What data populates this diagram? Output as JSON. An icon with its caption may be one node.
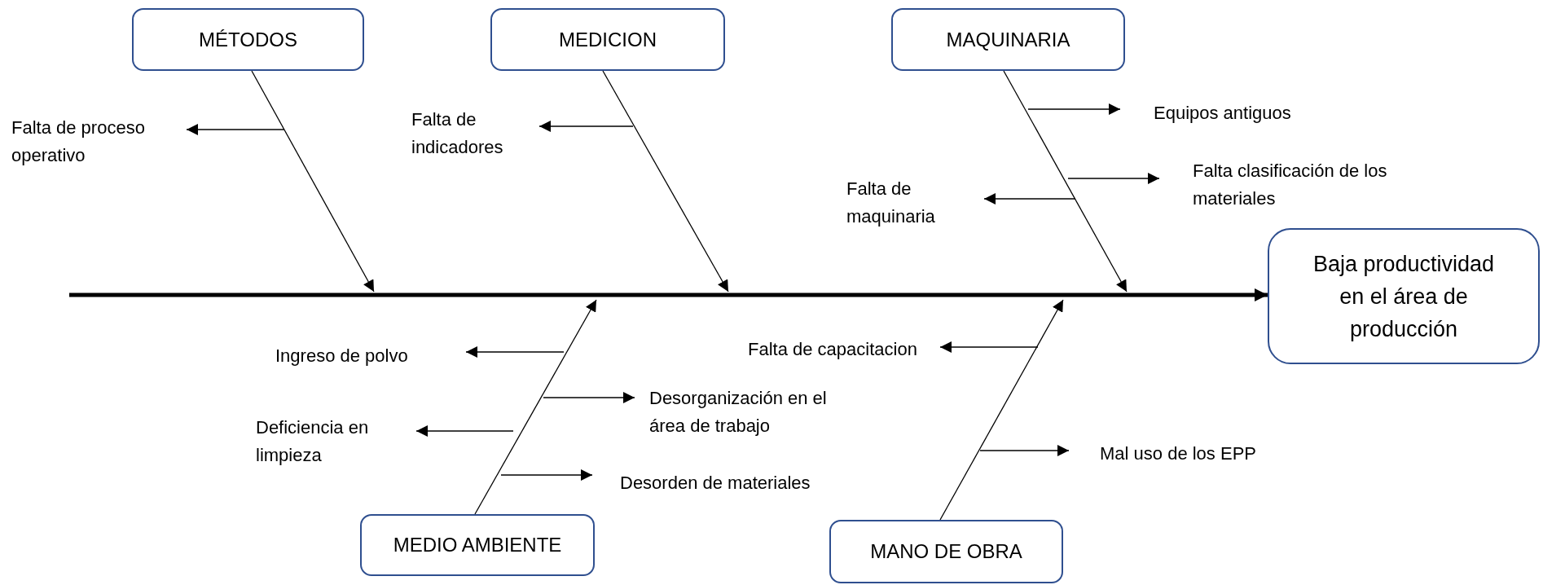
{
  "diagram": {
    "nodes": [
      {
        "text": [
          "MÉTODOS"
        ]
      },
      {
        "text": [
          "MEDICION"
        ]
      },
      {
        "text": [
          "MAQUINARIA"
        ]
      },
      {
        "text": [
          "Falta de proceso operativo"
        ]
      },
      {
        "text": [
          "Falta de indicadores"
        ]
      },
      {
        "text": [
          "Equipos antiguos"
        ]
      },
      {
        "text": [
          "Falta clasificación de los materiales"
        ]
      },
      {
        "text": [
          "Falta de maquinaria"
        ]
      },
      {
        "text": [
          "Baja productividad en el área de producción"
        ]
      },
      {
        "text": [
          "Ingreso de polvo"
        ]
      },
      {
        "text": [
          "Falta de capacitacion"
        ]
      },
      {
        "text": [
          "Desorganización en el área de trabajo"
        ]
      },
      {
        "text": [
          "Deficiencia en limpieza"
        ]
      },
      {
        "text": [
          "Mal uso de los EPP"
        ]
      },
      {
        "text": [
          "Desorden de materiales"
        ]
      },
      {
        "text": [
          "MEDIO AMBIENTE"
        ]
      },
      {
        "text": [
          "MANO DE OBRA"
        ]
      }
    ],
    "edges": [
      {
        "from": 0,
        "to": null,
        "arrow": "to"
      },
      {
        "from": 1,
        "to": null,
        "arrow": "to"
      },
      {
        "from": 2,
        "to": null,
        "arrow": "to"
      },
      {
        "from": 15,
        "to": null,
        "arrow": "to"
      },
      {
        "from": 16,
        "to": null,
        "arrow": "to"
      },
      {
        "from": null,
        "to": 8,
        "arrow": "to",
        "style": "thick"
      },
      {
        "from": null,
        "to": 3,
        "arrow": "to"
      },
      {
        "from": null,
        "to": 4,
        "arrow": "to"
      },
      {
        "from": null,
        "to": 5,
        "arrow": "to"
      },
      {
        "from": null,
        "to": 6,
        "arrow": "to"
      },
      {
        "from": null,
        "to": 7,
        "arrow": "to"
      },
      {
        "from": null,
        "to": 9,
        "arrow": "to"
      },
      {
        "from": null,
        "to": 10,
        "arrow": "to"
      },
      {
        "from": null,
        "to": 11,
        "arrow": "to"
      },
      {
        "from": null,
        "to": 12,
        "arrow": "to"
      },
      {
        "from": null,
        "to": 13,
        "arrow": "to"
      },
      {
        "from": null,
        "to": 14,
        "arrow": "to"
      }
    ]
  }
}
